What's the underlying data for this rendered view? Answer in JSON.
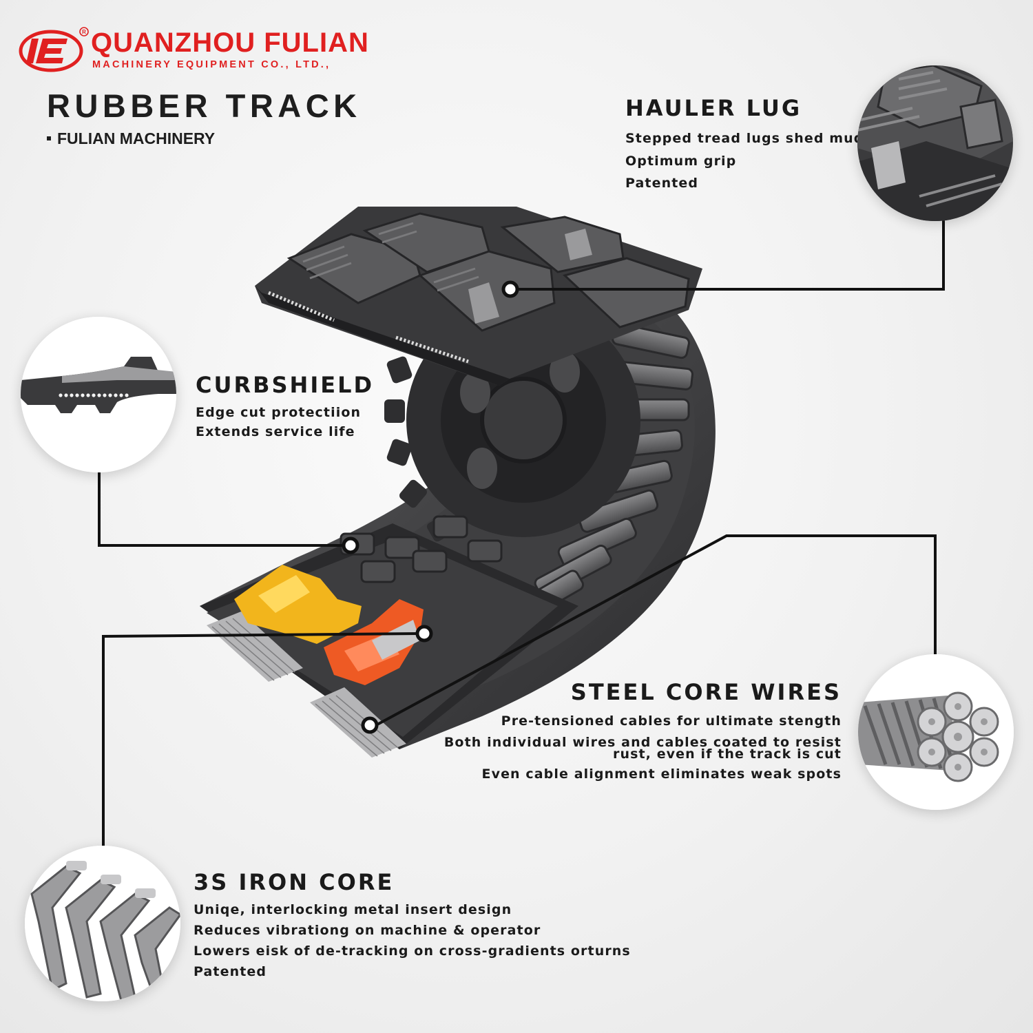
{
  "header": {
    "brand_name": "QUANZHOU FULIAN",
    "brand_subtitle": "MACHINERY EQUIPMENT CO., LTD.,",
    "title": "RUBBER TRACK",
    "subtitle": "FULIAN MACHINERY"
  },
  "features": {
    "hauler_lug": {
      "title": "HAULER LUG",
      "lines": [
        "Stepped tread lugs shed mud",
        "Optimum grip",
        "Patented"
      ]
    },
    "curbshield": {
      "title": "CURBSHIELD",
      "lines": [
        "Edge cut protectiion",
        "Extends service life"
      ]
    },
    "steel_core_wires": {
      "title": "STEEL CORE WIRES",
      "lines": [
        "Pre-tensioned cables for ultimate stength",
        "Both individual wires and cables coated to resist",
        "rust, even if the track is cut",
        "Even cable alignment eliminates weak  spots"
      ]
    },
    "iron_core": {
      "title": "3S IRON CORE",
      "lines": [
        "Uniqe, interlocking metal insert design",
        "Reduces vibrationg on machine & operator",
        "Lowers eisk of de-tracking on cross-gradients orturns",
        "Patented"
      ]
    }
  },
  "colors": {
    "brand_red": "#e02020",
    "rubber": "#3a3a3c",
    "iron_core_yellow": "#f2b51c",
    "iron_core_orange": "#ee5a24",
    "text": "#1a1a1a"
  },
  "icons": {
    "logo": "fe-logo-mark",
    "hauler_lug": "tread-lug-closeup",
    "curbshield": "curbshield-profile",
    "steel_core": "wire-rope-cross-section",
    "iron_core": "interlocking-iron-core"
  }
}
